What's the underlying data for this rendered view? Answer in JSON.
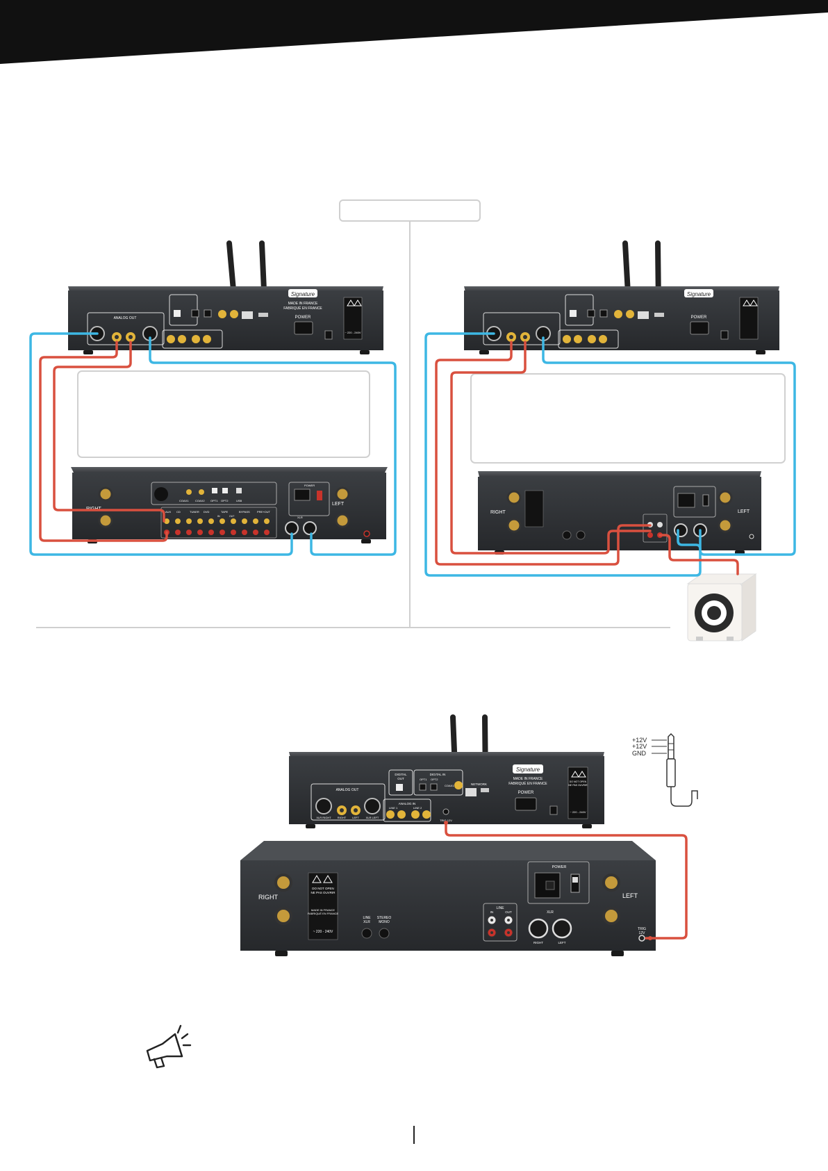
{
  "colors": {
    "header": "#111111",
    "chassis": "#2b2d30",
    "chassis_top": "#3a3d41",
    "blue_cable": "#3db7e4",
    "red_cable": "#d9503f",
    "rca_gold": "#e2b43a",
    "rca_red": "#c8332b",
    "outline": "#cfcfcf"
  },
  "streamer": {
    "brand": "Signature",
    "made_in_line1": "MADE IN FRANCE",
    "made_in_line2": "FABRIQUÉ EN FRANCE",
    "power": "POWER",
    "analog_out": "ANALOG OUT",
    "digital_out_line1": "DIGITAL",
    "digital_out_line2": "OUT",
    "digital_in": "DIGITAL IN",
    "opt1": "OPT1",
    "opt2": "OPT2",
    "coax1": "COAX1",
    "network": "NETWORK",
    "analog_in": "ANALOG IN",
    "line1": "LINE 1",
    "line2": "LINE 2",
    "xlr_right": "XLR RIGHT",
    "right": "RIGHT",
    "left": "LEFT",
    "xlr_left": "XLR LEFT",
    "trig": "TRIG 12V",
    "voltage": "~ 220 - 240V",
    "warning_line1": "DO NOT OPEN",
    "warning_line2": "NE PAS OUVRIR"
  },
  "integrated_amp": {
    "right": "RIGHT",
    "left": "LEFT",
    "power": "POWER",
    "aux": "AUX",
    "cd": "CD",
    "tuner": "TUNER",
    "dvd": "DVD",
    "tape": "TAPE",
    "in": "IN",
    "out": "OUT",
    "bypass": "BYPASS",
    "preout": "PRE+OUT",
    "coax1": "COAX1",
    "coax2": "COAX2",
    "opt1": "OPT1",
    "opt2": "OPT2",
    "usb": "USB",
    "xlr": "XLR"
  },
  "power_amp": {
    "right": "RIGHT",
    "left": "LEFT",
    "power": "POWER",
    "line": "LINE",
    "in": "IN",
    "out": "OUT",
    "xlr": "XLR",
    "line_xlr_line1": "LINE",
    "line_xlr_line2": "XLR",
    "stereo_line1": "STEREO",
    "stereo_line2": "MONO",
    "trig_line1": "TRIG",
    "trig_line2": "12V",
    "voltage": "~ 220 - 240V",
    "warning_line1": "DO NOT OPEN",
    "warning_line2": "NE PAS OUVRIR",
    "made_in_line1": "MADE IN FRANCE",
    "made_in_line2": "FABRIQUÉ EN FRANCE",
    "xlr_right": "RIGHT",
    "xlr_left": "LEFT"
  },
  "trigger_jack": {
    "pin1": "+12V",
    "pin2": "+12V",
    "pin3": "GND"
  }
}
